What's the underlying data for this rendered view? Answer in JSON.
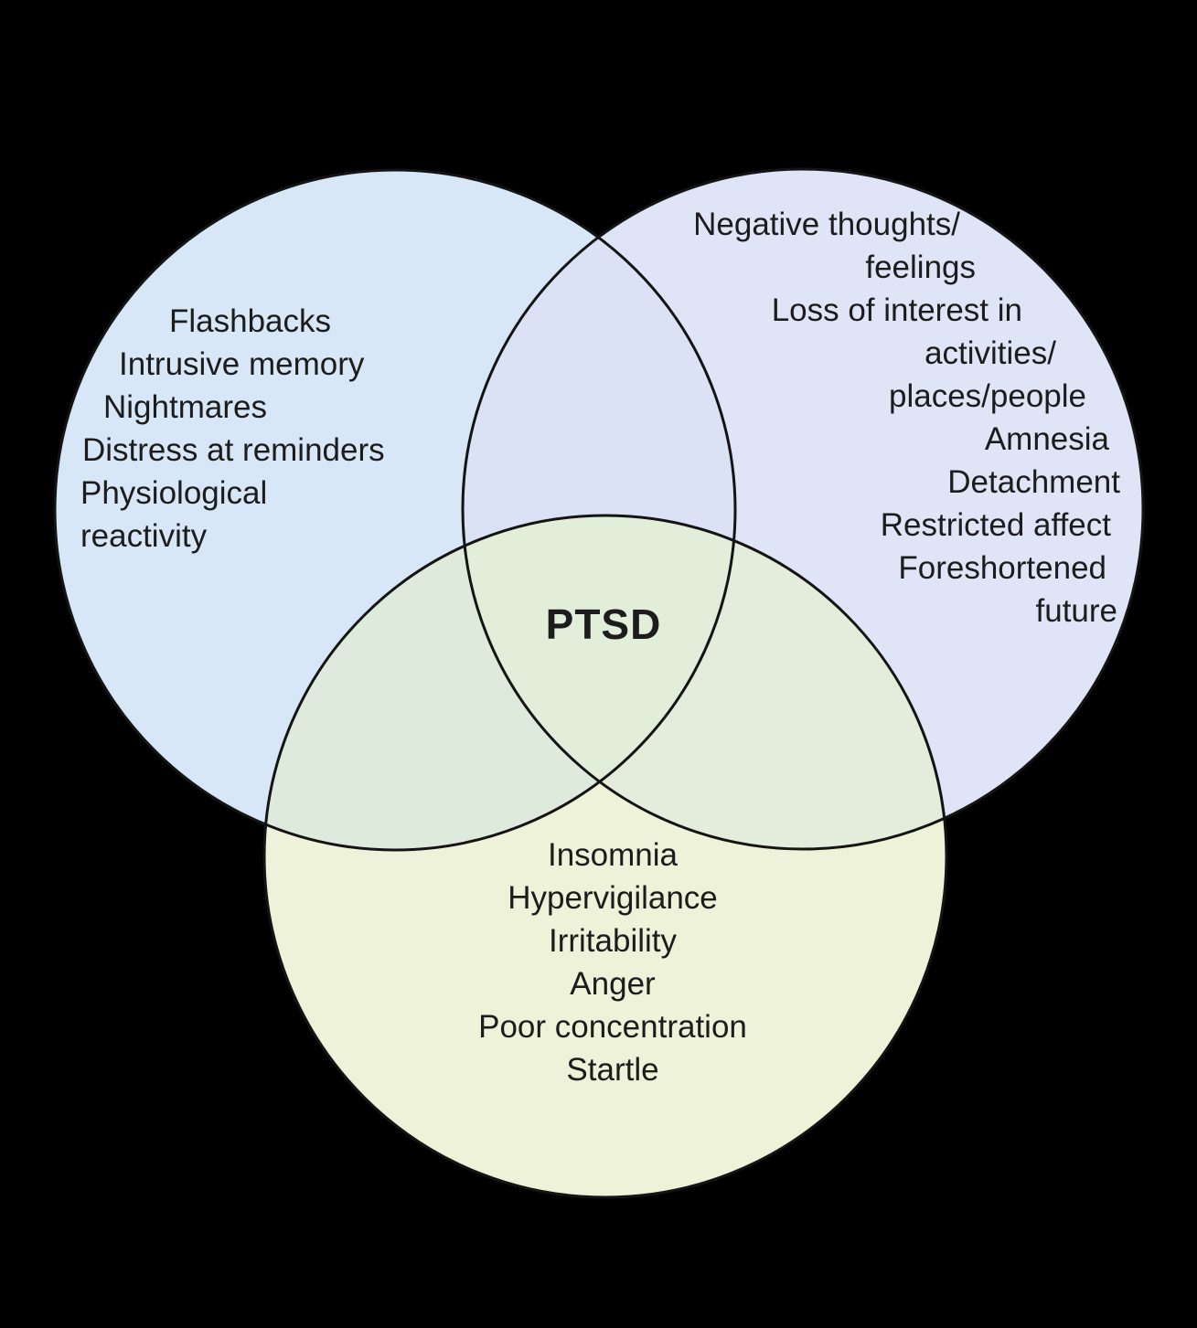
{
  "colors": {
    "background": "#000000",
    "outline": "#141414",
    "text": "#1c1c1c",
    "left_fill": "#d7e7f7",
    "right_fill": "#e0e4f7",
    "bottom_fill": "#edf2d9",
    "left_right_overlap": "#dbe2f6",
    "left_bottom_overlap": "#deebdc",
    "right_bottom_overlap": "#e4ecdb",
    "center_overlap": "#e2edda"
  },
  "venn": {
    "center_label": "PTSD",
    "left_circle": {
      "lines": [
        "Flashbacks",
        "Intrusive memory",
        "Nightmares",
        "Distress at reminders",
        "Physiological",
        "reactivity"
      ]
    },
    "right_circle": {
      "lines": [
        "Negative thoughts/",
        "feelings",
        "Loss of interest in",
        "activities/",
        "places/people",
        "Amnesia",
        "Detachment",
        "Restricted affect",
        "Foreshortened",
        "future"
      ]
    },
    "bottom_circle": {
      "lines": [
        "Insomnia",
        "Hypervigilance",
        "Irritability",
        "Anger",
        "Poor concentration",
        "Startle"
      ]
    }
  }
}
